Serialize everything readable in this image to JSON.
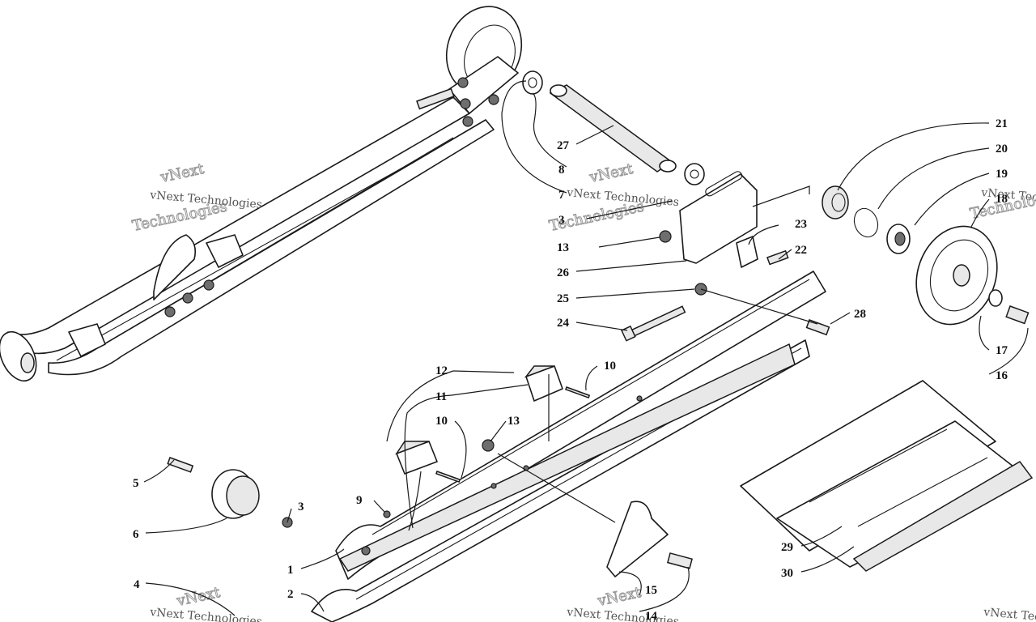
{
  "diagram": {
    "callouts": [
      "1",
      "2",
      "3",
      "3",
      "4",
      "5",
      "6",
      "7",
      "8",
      "9",
      "10",
      "10",
      "11",
      "12",
      "13",
      "13",
      "14",
      "15",
      "16",
      "17",
      "18",
      "19",
      "20",
      "21",
      "22",
      "23",
      "24",
      "25",
      "26",
      "27",
      "28",
      "29",
      "30"
    ]
  },
  "watermark": {
    "line1": "vNext",
    "line2": "Technologies",
    "small": "vNext Technologies"
  }
}
